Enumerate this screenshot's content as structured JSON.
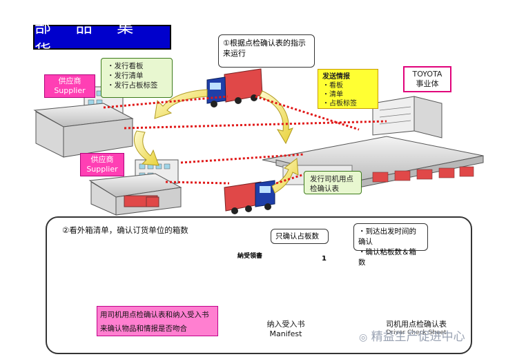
{
  "title": "部 品 集 货",
  "supplier1": {
    "line1": "供应商",
    "line2": "Supplier",
    "notes": [
      "发行看板",
      "发行清单",
      "发行占板标签"
    ]
  },
  "supplier2": {
    "line1": "供应商",
    "line2": "Supplier"
  },
  "step1": "①根据点检确认表的指示来运行",
  "toyota": {
    "line1": "TOYOTA",
    "line2": "事业体"
  },
  "send_info": {
    "heading": "发送情报",
    "items": [
      "看板",
      "清单",
      "占板标签"
    ]
  },
  "driver_note": "发行司机用点检确认表",
  "step2": "②看外箱清单，确认订货单位的箱数",
  "only_pallet": "只确认占板数",
  "confirm_list": [
    "到达出发时间的确认",
    "确认粘板数＆箱数"
  ],
  "manifest_heading": "納受領書",
  "manifest_num": "1",
  "manifest_label": {
    "cn": "纳入受入书",
    "en": "Manifest"
  },
  "checksheet_label": {
    "cn": "司机用点检确认表",
    "en": "Driver Check Sheet"
  },
  "forklift_note": "用司机用点检确认表和纳入受入书来确认物品和情报是否吻合",
  "watermark": "精益生产促进中心"
}
